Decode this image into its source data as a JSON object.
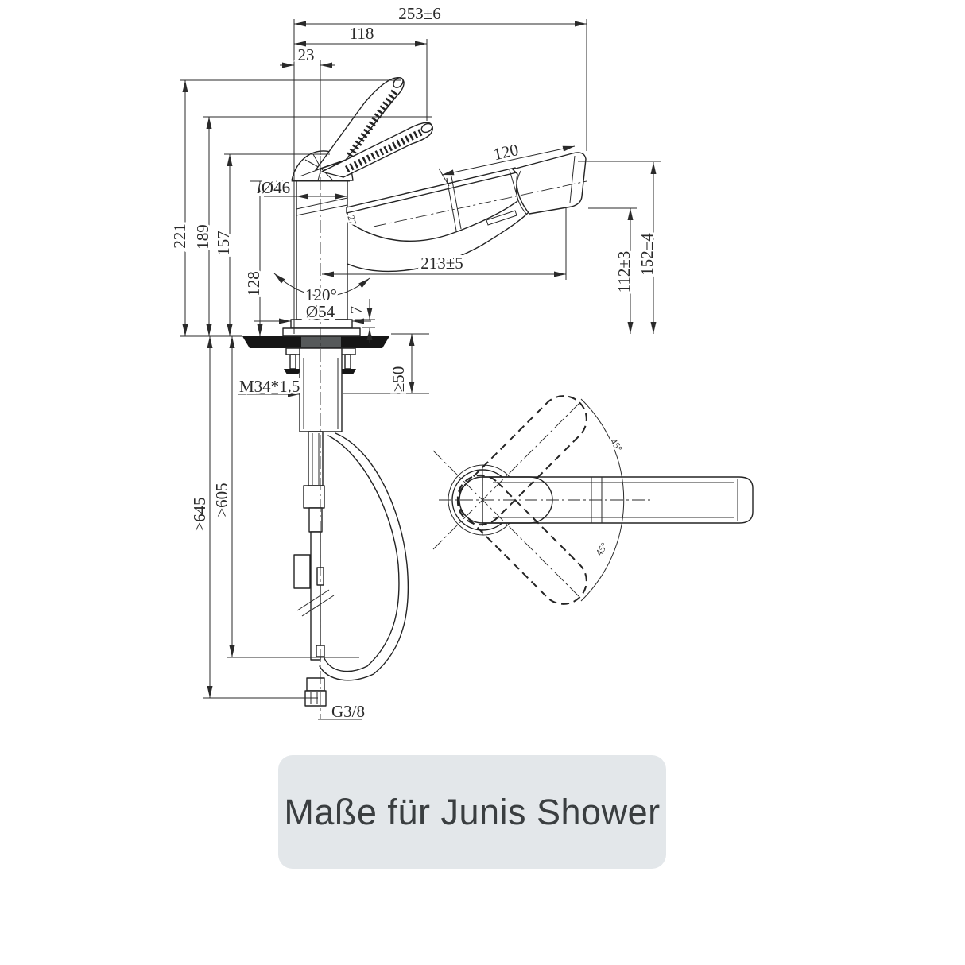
{
  "caption": {
    "text": "Maße für Junis Shower"
  },
  "colors": {
    "background": "#ffffff",
    "line": "#232323",
    "caption_bg": "#e3e7ea",
    "caption_fg": "#3a3e40",
    "solid_fill": "#161616"
  },
  "drawing": {
    "labels": {
      "total_reach": "253±6",
      "handle_length": "118",
      "handle_offset": "23",
      "head_length": "120",
      "height_total": "221",
      "height_189": "189",
      "height_157": "157",
      "height_128": "128",
      "spout_reach": "213±5",
      "outlet_height": "112±3",
      "spout_height": "152±4",
      "swivel_angle": "120°",
      "body_diameter": "Ø46",
      "base_diameter": "Ø54",
      "base_thickness": "7",
      "deck_thickness": "≥50",
      "hose_length": ">645",
      "supply_length": ">605",
      "mount_thread": "M34*1.5",
      "supply_thread": "G3/8",
      "neck_diameter": "27",
      "handle_swing_up": "45°",
      "handle_swing_down": "45°"
    }
  }
}
